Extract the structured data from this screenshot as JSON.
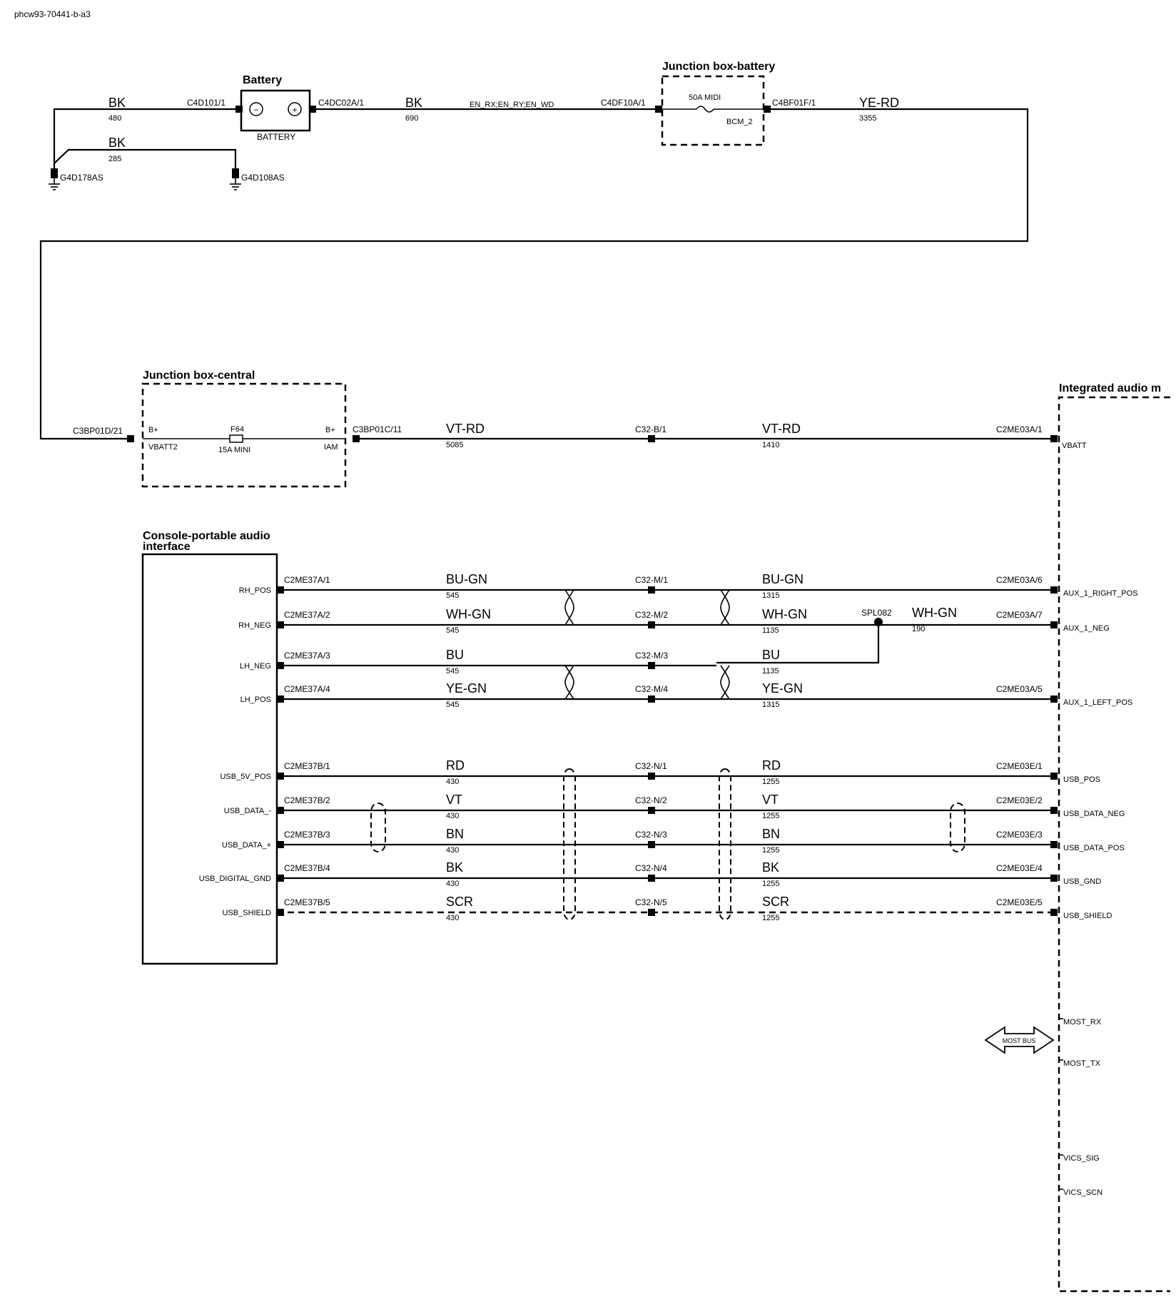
{
  "diagram_id": "phcw93-70441-b-a3",
  "components": {
    "battery": {
      "title": "Battery",
      "label": "BATTERY",
      "neg_symbol": "−",
      "pos_symbol": "+"
    },
    "jb_battery": {
      "title": "Junction box-battery",
      "fuse": "50A MIDI",
      "circuit": "BCM_2"
    },
    "jb_central": {
      "title": "Junction box-central",
      "left_pin_top": "B+",
      "left_pin_bottom": "VBATT2",
      "fuse_id": "F64",
      "fuse": "15A MINI",
      "right_pin_top": "B+",
      "right_pin_bottom": "IAM"
    },
    "cpai": {
      "title": "Console-portable audio interface"
    },
    "iam": {
      "title": "Integrated audio m"
    },
    "most_bus": "MOST BUS"
  },
  "grounds": [
    "G4D178AS",
    "G4D108AS"
  ],
  "connectors": {
    "c4d101": "C4D101/1",
    "c4dc02a": "C4DC02A/1",
    "c4df10a": "C4DF10A/1",
    "c4bf01f": "C4BF01F/1",
    "c3bp01d": "C3BP01D/21",
    "c3bp01c": "C3BP01C/11",
    "c32b": "C32-B/1",
    "c2me03a1": "C2ME03A/1"
  },
  "top_wires": {
    "w1": {
      "color": "BK",
      "num": "480"
    },
    "w2": {
      "color": "BK",
      "num": "285"
    },
    "w3": {
      "color": "BK",
      "num": "690",
      "net": "EN_RX;EN_RY;EN_WD"
    },
    "w4": {
      "color": "YE-RD",
      "num": "3355"
    },
    "w5": {
      "color": "VT-RD",
      "num": "5085"
    },
    "w6": {
      "color": "VT-RD",
      "num": "1410"
    }
  },
  "iam_pin_vbatt": "VBATT",
  "splice": "SPL082",
  "splice_wire": {
    "color": "WH-GN",
    "num": "190"
  },
  "signal_rows": [
    {
      "left_pin": "RH_POS",
      "c_left": "C2ME37A/1",
      "color1": "BU-GN",
      "num1": "545",
      "c_mid": "C32-M/1",
      "color2": "BU-GN",
      "num2": "1315",
      "c_right": "C2ME03A/6",
      "right_pin": "AUX_1_RIGHT_POS"
    },
    {
      "left_pin": "RH_NEG",
      "c_left": "C2ME37A/2",
      "color1": "WH-GN",
      "num1": "545",
      "c_mid": "C32-M/2",
      "color2": "WH-GN",
      "num2": "1135",
      "c_right": "C2ME03A/7",
      "right_pin": "AUX_1_NEG"
    },
    {
      "left_pin": "LH_NEG",
      "c_left": "C2ME37A/3",
      "color1": "BU",
      "num1": "545",
      "c_mid": "C32-M/3",
      "color2": "BU",
      "num2": "1135",
      "c_right": "",
      "right_pin": ""
    },
    {
      "left_pin": "LH_POS",
      "c_left": "C2ME37A/4",
      "color1": "YE-GN",
      "num1": "545",
      "c_mid": "C32-M/4",
      "color2": "YE-GN",
      "num2": "1315",
      "c_right": "C2ME03A/5",
      "right_pin": "AUX_1_LEFT_POS"
    },
    {
      "left_pin": "USB_5V_POS",
      "c_left": "C2ME37B/1",
      "color1": "RD",
      "num1": "430",
      "c_mid": "C32-N/1",
      "color2": "RD",
      "num2": "1255",
      "c_right": "C2ME03E/1",
      "right_pin": "USB_POS"
    },
    {
      "left_pin": "USB_DATA_-",
      "c_left": "C2ME37B/2",
      "color1": "VT",
      "num1": "430",
      "c_mid": "C32-N/2",
      "color2": "VT",
      "num2": "1255",
      "c_right": "C2ME03E/2",
      "right_pin": "USB_DATA_NEG"
    },
    {
      "left_pin": "USB_DATA_+",
      "c_left": "C2ME37B/3",
      "color1": "BN",
      "num1": "430",
      "c_mid": "C32-N/3",
      "color2": "BN",
      "num2": "1255",
      "c_right": "C2ME03E/3",
      "right_pin": "USB_DATA_POS"
    },
    {
      "left_pin": "USB_DIGITAL_GND",
      "c_left": "C2ME37B/4",
      "color1": "BK",
      "num1": "430",
      "c_mid": "C32-N/4",
      "color2": "BK",
      "num2": "1255",
      "c_right": "C2ME03E/4",
      "right_pin": "USB_GND"
    },
    {
      "left_pin": "USB_SHIELD",
      "c_left": "C2ME37B/5",
      "color1": "SCR",
      "num1": "430",
      "c_mid": "C32-N/5",
      "color2": "SCR",
      "num2": "1255",
      "c_right": "C2ME03E/5",
      "right_pin": "USB_SHIELD"
    }
  ],
  "iam_extra_pins": [
    "MOST_RX",
    "MOST_TX",
    "VICS_SIG",
    "VICS_SCN"
  ]
}
